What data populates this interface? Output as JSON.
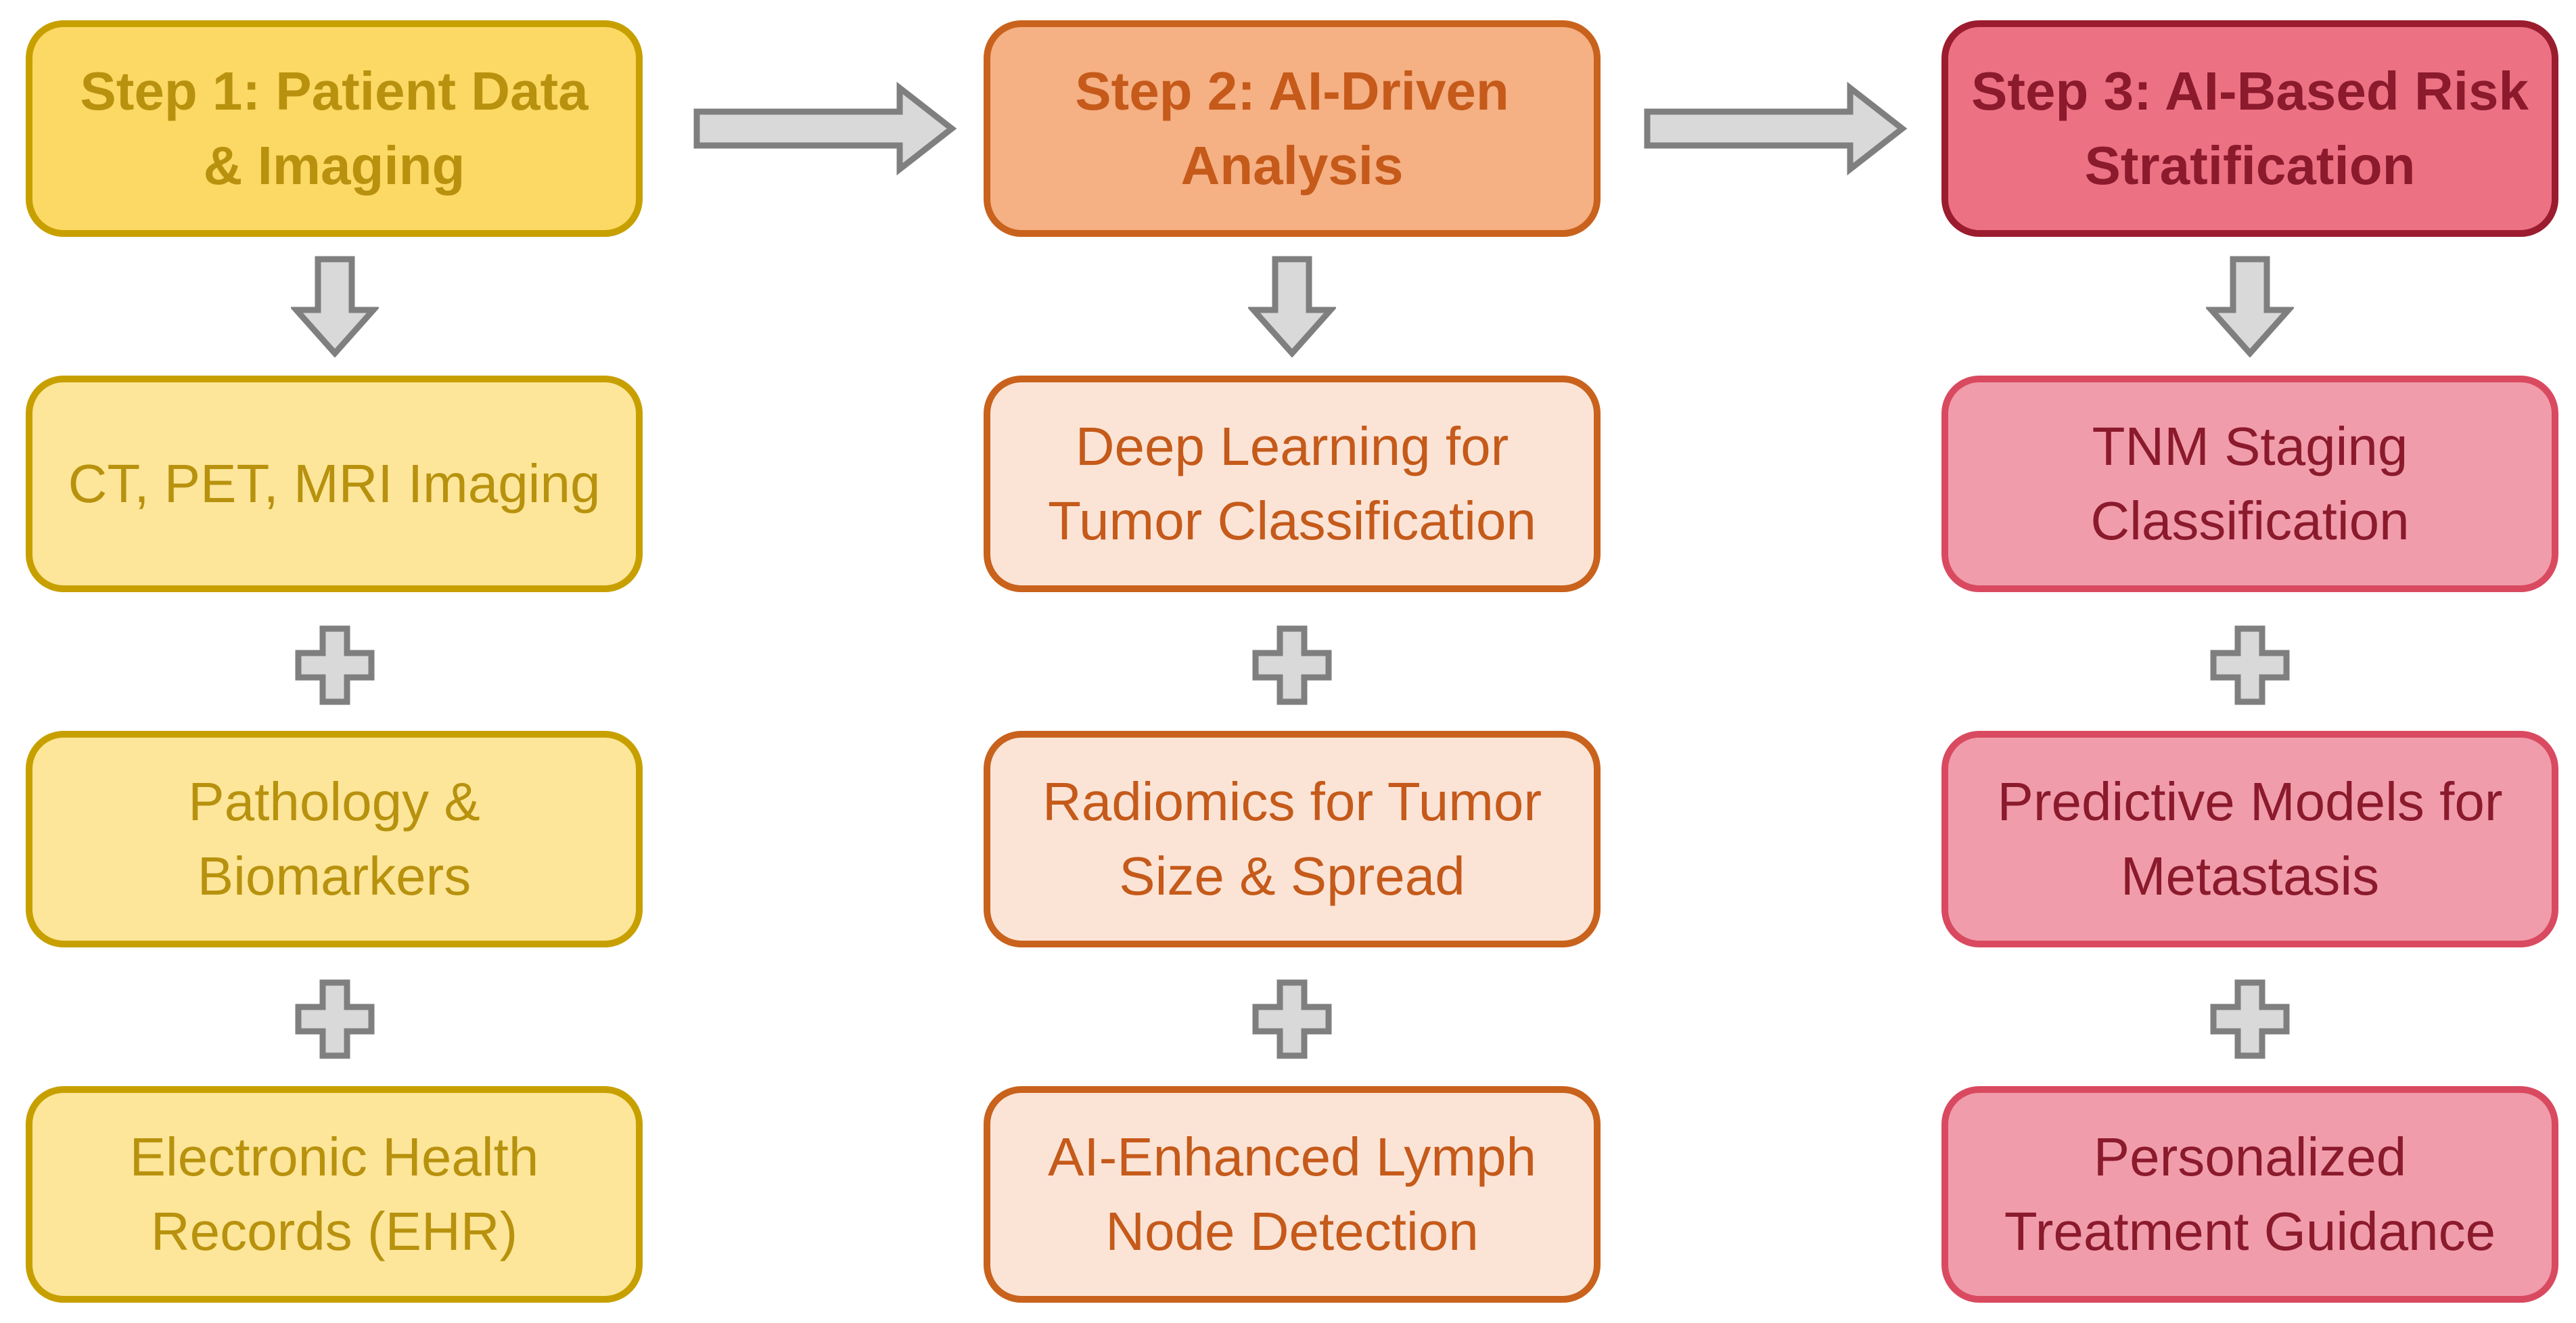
{
  "columns": [
    {
      "header": "Step 1: Patient Data\n& Imaging",
      "items": [
        "CT, PET, MRI Imaging",
        "Pathology &\nBiomarkers",
        "Electronic Health\nRecords (EHR)"
      ]
    },
    {
      "header": "Step 2: AI-Driven\nAnalysis",
      "items": [
        "Deep Learning for\nTumor Classification",
        "Radiomics for Tumor\nSize & Spread",
        "AI-Enhanced Lymph\nNode Detection"
      ]
    },
    {
      "header": "Step 3: AI-Based Risk\nStratification",
      "items": [
        "TNM Staging\nClassification",
        "Predictive Models for\nMetastasis",
        "Personalized\nTreatment Guidance"
      ]
    }
  ],
  "colors": {
    "connector_fill": "#d9d9d9",
    "connector_stroke": "#7f7f7f"
  },
  "icons": {
    "right_arrow": "right-arrow-icon",
    "down_arrow": "down-arrow-icon",
    "plus": "plus-icon"
  }
}
